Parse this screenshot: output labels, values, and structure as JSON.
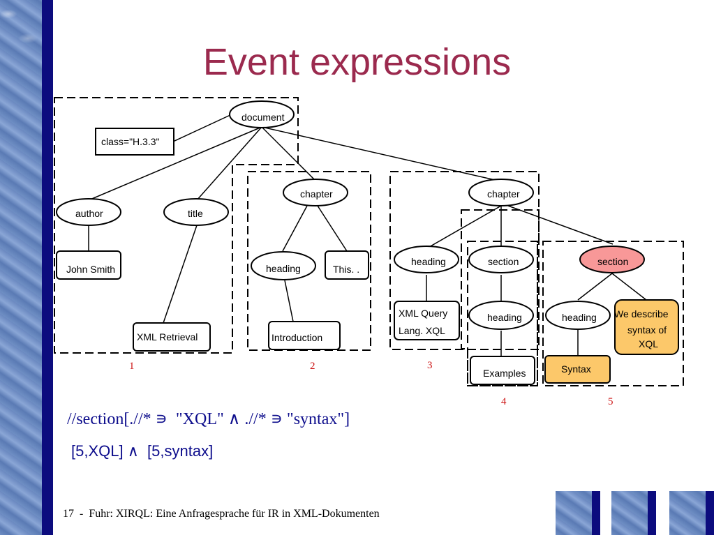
{
  "slide": {
    "title": "Event expressions",
    "query": "//section[.//* ∍  \"XQL\" ∧ .//* ∍ \"syntax\"]",
    "result": "[5,XQL] ∧  [5,syntax]",
    "footer": "17  -  Fuhr: XIRQL: Eine Anfragesprache für IR in XML-Dokumenten"
  },
  "colors": {
    "title": "#9b2a4e",
    "text_blue": "#0d0d8c",
    "index_red": "#cc1111",
    "highlight_node": "#f89898",
    "highlight_box": "#fcc86a",
    "bar": "#0c0c7e"
  },
  "tree": {
    "document": "document",
    "class_attr": "class=\"H.3.3\"",
    "author": "author",
    "title": "title",
    "john_smith": "John Smith",
    "xml_retrieval": "XML Retrieval",
    "chapter1": "chapter",
    "heading1": "heading",
    "this": "This. .",
    "introduction": "Introduction",
    "chapter2": "chapter",
    "heading2": "heading",
    "xmlquery_line1": "XML Query",
    "xmlquery_line2": "Lang. XQL",
    "section1": "section",
    "heading3": "heading",
    "examples": "Examples",
    "section2": "section",
    "heading4": "heading",
    "syntax": "Syntax",
    "desc_line1": "We describe",
    "desc_line2": "syntax of",
    "desc_line3": "XQL"
  },
  "indices": [
    "1",
    "2",
    "3",
    "4",
    "5"
  ]
}
